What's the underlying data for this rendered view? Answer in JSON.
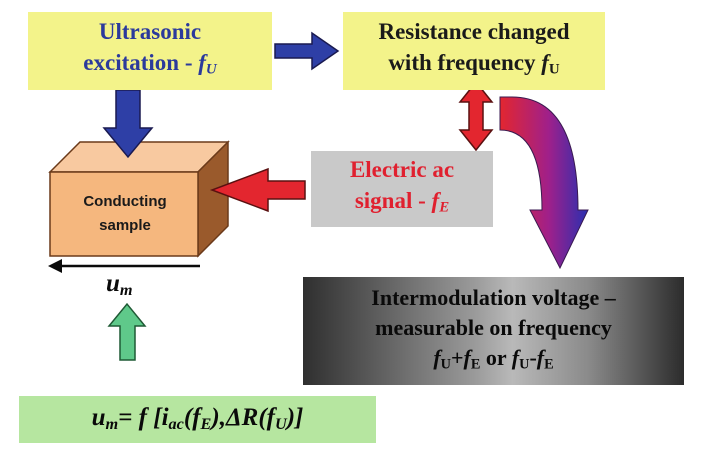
{
  "boxes": {
    "ultrasonic": {
      "line1": "Ultrasonic",
      "line2_prefix": "excitation - ",
      "f": "f",
      "sub": "U"
    },
    "resistance": {
      "line1": "Resistance changed",
      "line2_prefix": "with frequency ",
      "f": "f",
      "sub": "U"
    },
    "electric": {
      "line1": "Electric ac",
      "line2_prefix": "signal - ",
      "f": "f",
      "sub": "E"
    },
    "intermodulation": {
      "line1": "Intermodulation voltage –",
      "line2": "measurable on frequency",
      "f": "f",
      "sub_u": "U",
      "sub_e": "E",
      "plus": "+",
      "or": " or ",
      "minus": "-"
    }
  },
  "sample": {
    "line1": "Conducting",
    "line2": "sample"
  },
  "displacement": {
    "symbol": "u",
    "sub": "m"
  },
  "formula": {
    "u": "u",
    "u_sub": "m",
    "eq": "= ",
    "f": "f",
    "open": " [",
    "i": "i",
    "i_sub": "ac",
    "arg1_open": "(",
    "arg1_f": "f",
    "arg1_sub": "E",
    "arg1_close": "),",
    "delta_r": "ΔR",
    "arg2_open": "(",
    "arg2_f": "f",
    "arg2_sub": "U",
    "arg2_close": ")]"
  },
  "colors": {
    "yellow_box": "#f3f38a",
    "blue_text": "#2b3a9c",
    "red_text": "#e0202f",
    "blue_arrow": "#2e3fa6",
    "red_arrow": "#e3262f",
    "green_arrow": "#5fc98a",
    "formula_bg": "#b6e6a0",
    "sample_face": "#f5b77e"
  }
}
